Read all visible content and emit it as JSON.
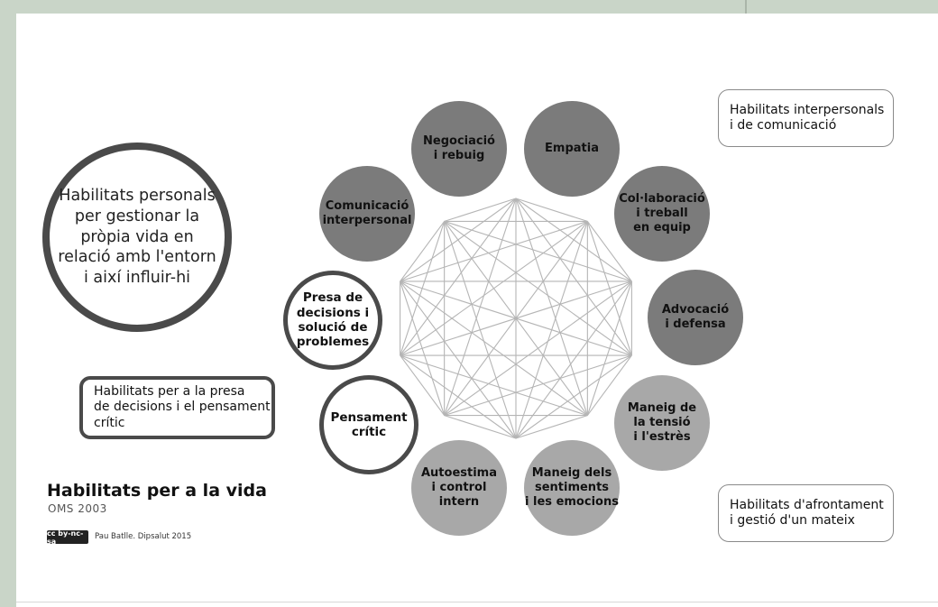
{
  "nodes": [
    {
      "label": "Negociació\ni rebuig",
      "style": "dark"
    },
    {
      "label": "Empatia",
      "style": "dark"
    },
    {
      "label": "Col·laboració\ni treball\nen equip",
      "style": "dark"
    },
    {
      "label": "Advocació\ni defensa",
      "style": "dark"
    },
    {
      "label": "Maneig de\nla tensió\ni l'estrès",
      "style": "light"
    },
    {
      "label": "Maneig dels\nsentiments\ni les emocions",
      "style": "light"
    },
    {
      "label": "Autoestima\ni control intern",
      "style": "light"
    },
    {
      "label": "Pensament\ncrític",
      "style": "ring"
    },
    {
      "label": "Presa de\ndecisions i\nsolució de\nproblemes",
      "style": "ring"
    },
    {
      "label": "Comunicació\ninterpersonal",
      "style": "dark"
    }
  ],
  "personal_skills": "Habilitats personals\nper gestionar la\npròpia vida en\nrelació amb l'entorn\ni així influir-hi",
  "legend": {
    "interpersonal": "Habilitats interpersonals\ni de comunicació",
    "decision": "Habilitats per a la presa\nde decisions i el pensament\ncrític",
    "coping": "Habilitats d'afrontament\ni gestió d'un mateix"
  },
  "title": "Habilitats per a la vida",
  "subtitle": "OMS 2003",
  "license_badge": "cc by-nc-sa",
  "credit": "Pau Batlle. Dipsalut 2015",
  "colors": {
    "dark": "#7b7b7b",
    "light": "#a8a8a8",
    "ring_border": "#4a4a4a",
    "web_lines": "#b5b5b5",
    "frame": "#c9d5c8"
  },
  "icons": [
    "creative-commons-icon"
  ]
}
